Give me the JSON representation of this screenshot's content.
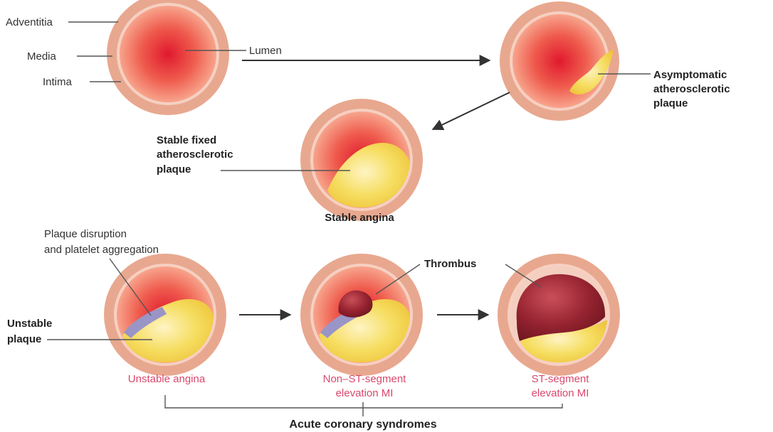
{
  "labels": {
    "adventitia": "Adventitia",
    "media": "Media",
    "intima": "Intima",
    "lumen": "Lumen",
    "asymptomatic": [
      "Asymptomatic",
      "atherosclerotic",
      "plaque"
    ],
    "stable_fixed": [
      "Stable fixed",
      "atherosclerotic",
      "plaque"
    ],
    "stable_angina": "Stable angina",
    "plaque_disruption": [
      "Plaque disruption",
      "and platelet aggregation"
    ],
    "thrombus": "Thrombus",
    "unstable_plaque": [
      "Unstable",
      "plaque"
    ],
    "unstable_angina": "Unstable angina",
    "nstemi": [
      "Non–ST-segment",
      "elevation MI"
    ],
    "stemi": [
      "ST-segment",
      "elevation MI"
    ],
    "acute_coronary": "Acute coronary syndromes"
  },
  "colors": {
    "adventitia": "#e8a88f",
    "media": "#f6d0c2",
    "wall_glow": "#ec6b58",
    "lumen_core": "#e0192e",
    "plaque": "#f4d94f",
    "plaque_light": "#fff6cf",
    "thrombus": "#8f1f2a",
    "platelet": "#9a95c7",
    "syndrome_text": "#d9486e"
  }
}
